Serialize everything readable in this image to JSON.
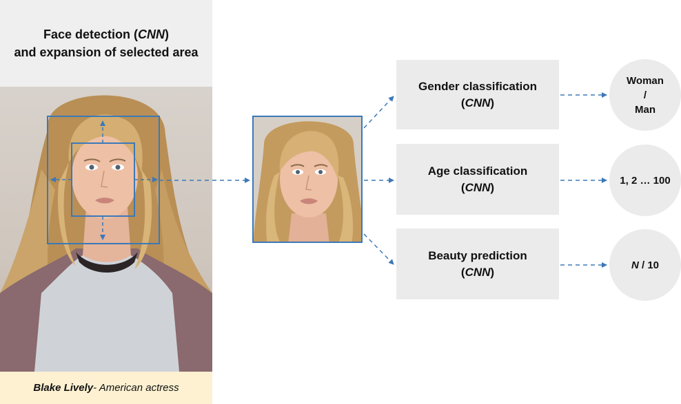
{
  "left": {
    "title_line1_prefix": "Face detection (",
    "title_line1_cnn": "CNN",
    "title_line1_suffix": ")",
    "title_line2": "and expansion of selected area",
    "caption_name": "Blake Lively",
    "caption_desc": " - American actress"
  },
  "boxes": [
    {
      "label": "Gender classification",
      "cnn_open": "(",
      "cnn": "CNN",
      "cnn_close": ")"
    },
    {
      "label": "Age classification",
      "cnn_open": "(",
      "cnn": "CNN",
      "cnn_close": ")"
    },
    {
      "label": "Beauty prediction",
      "cnn_open": "(",
      "cnn": "CNN",
      "cnn_close": ")"
    }
  ],
  "outputs": {
    "gender": {
      "line1": "Woman",
      "line2": "/",
      "line3": "Man"
    },
    "age": {
      "text": "1, 2 … 100"
    },
    "beauty": {
      "n": "N",
      "rest": " / 10"
    }
  },
  "colors": {
    "accent": "#3b78b8",
    "panel": "#ebebeb",
    "caption_bg": "#fdf1d2"
  }
}
